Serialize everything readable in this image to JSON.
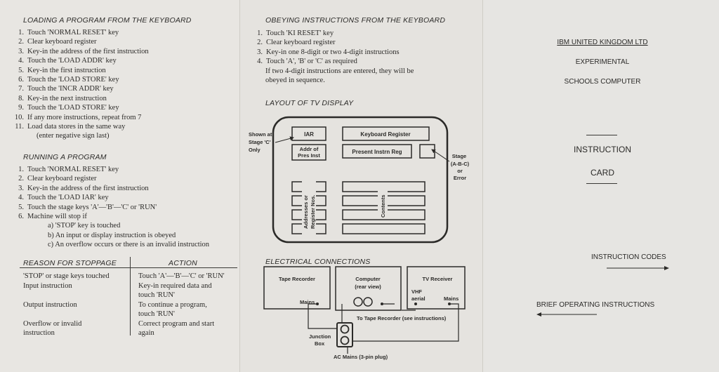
{
  "loading": {
    "heading": "LOADING A PROGRAM FROM THE KEYBOARD",
    "steps": [
      "Touch 'NORMAL RESET' key",
      "Clear keyboard register",
      "Key-in the address of the first instruction",
      "Touch the 'LOAD ADDR' key",
      "Key-in the first instruction",
      "Touch the 'LOAD STORE' key",
      "Touch the 'INCR ADDR' key",
      "Key-in the next instruction",
      "Touch the 'LOAD STORE' key",
      "If any more instructions, repeat from 7",
      "Load data stores in the same way"
    ],
    "note": "(enter negative sign last)"
  },
  "running": {
    "heading": "RUNNING A PROGRAM",
    "steps": [
      "Touch 'NORMAL RESET' key",
      "Clear keyboard register",
      "Key-in the address of the first instruction",
      "Touch the 'LOAD IAR' key",
      "Touch the stage keys 'A'—'B'—'C' or 'RUN'",
      "Machine will stop if"
    ],
    "substeps": [
      "a)  'STOP' key is touched",
      "b)  An input or display instruction is obeyed",
      "c)  An overflow occurs or there is an invalid instruction"
    ]
  },
  "stoppage": {
    "col1": "REASON FOR STOPPAGE",
    "col2": "ACTION",
    "rows": [
      {
        "reason": "'STOP' or stage keys touched",
        "action": "Touch 'A'—'B'—'C' or 'RUN'"
      },
      {
        "reason": "Input instruction",
        "action": "Key-in required data and touch 'RUN'"
      },
      {
        "reason": "Output instruction",
        "action": "To continue a program, touch 'RUN'"
      },
      {
        "reason": "Overflow or invalid instruction",
        "action": "Correct program and start again"
      }
    ]
  },
  "obeying": {
    "heading": "OBEYING INSTRUCTIONS FROM THE KEYBOARD",
    "steps": [
      "Touch 'KI RESET' key",
      "Clear keyboard register",
      "Key-in one 8-digit or two 4-digit instructions",
      "Touch 'A', 'B' or 'C' as required"
    ],
    "note_1": "If two 4-digit instructions are entered, they will be",
    "note_2": "obeyed in sequence."
  },
  "tv": {
    "heading": "LAYOUT OF TV DISPLAY",
    "shown_at_1": "Shown at",
    "shown_at_2": "Stage 'C'",
    "shown_at_3": "Only",
    "iar": "IAR",
    "keyboard_register": "Keyboard Register",
    "addr_1": "Addr of",
    "addr_2": "Pres Inst",
    "present_instr": "Present Instrn Reg",
    "stage_1": "Stage",
    "stage_2": "(A-B-C)",
    "stage_3": "or",
    "stage_4": "Error",
    "addresses_1": "Addresses or",
    "addresses_2": "Register Nos.",
    "contents": "Contents"
  },
  "electrical": {
    "heading": "ELECTRICAL CONNECTIONS",
    "tape_recorder": "Tape Recorder",
    "mains_1": "Mains",
    "computer_1": "Computer",
    "computer_2": "(rear view)",
    "tv_receiver": "TV Receiver",
    "vhf_1": "VHF",
    "vhf_2": "aerial",
    "mains_2": "Mains",
    "to_tape": "To Tape Recorder (see instructions)",
    "junction_1": "Junction",
    "junction_2": "Box",
    "ac_mains": "AC Mains (3-pin plug)"
  },
  "cover": {
    "company": "IBM UNITED KINGDOM LTD",
    "line2": "EXPERIMENTAL",
    "line3": "SCHOOLS COMPUTER",
    "title1": "INSTRUCTION",
    "title2": "CARD",
    "codes": "INSTRUCTION CODES",
    "brief": "BRIEF OPERATING INSTRUCTIONS"
  },
  "colors": {
    "ink": "#2b2a28",
    "paper": "#e7e5e1"
  }
}
